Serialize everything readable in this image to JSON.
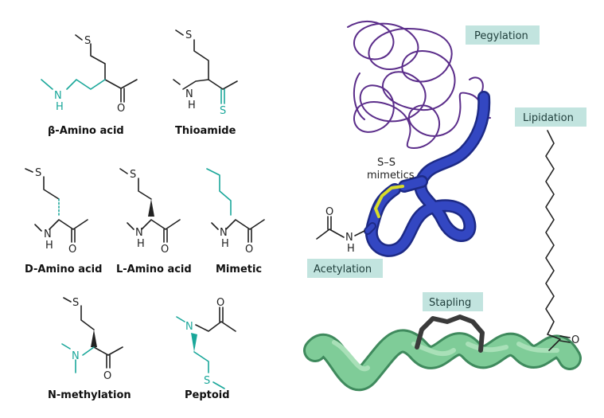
{
  "colors": {
    "peg_coil": "#5b2d8a",
    "peptide": "#2d3fae",
    "disulfide": "#d8dc2a",
    "helix": "#7fcc98",
    "staple": "#3a3a3a",
    "modification_teal": "#1aa79a",
    "label_box": "#c2e4df"
  },
  "captions": {
    "beta_amino_acid": "β-Amino acid",
    "thioamide": "Thioamide",
    "d_amino_acid": "D-Amino acid",
    "l_amino_acid": "L-Amino acid",
    "mimetic": "Mimetic",
    "n_methylation": "N-methylation",
    "peptoid": "Peptoid"
  },
  "atoms": {
    "sulfur": "S",
    "oxygen": "O",
    "nitrogen": "N",
    "nh": "N",
    "h": "H"
  },
  "labels": {
    "pegylation": "Pegylation",
    "lipidation": "Lipidation",
    "ss_line1": "S–S",
    "ss_line2": "mimetics",
    "acetylation": "Acetylation",
    "stapling": "Stapling",
    "acetyl_o": "O",
    "acetyl_n": "N",
    "acetyl_h": "H",
    "lipid_o": "O"
  }
}
